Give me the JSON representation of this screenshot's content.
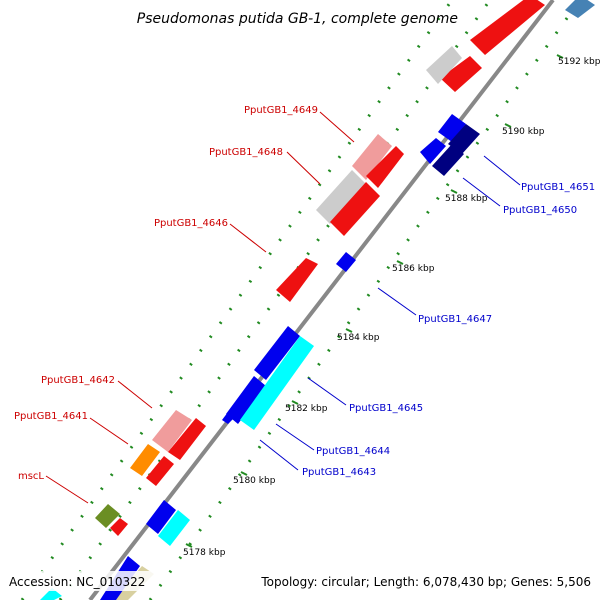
{
  "title": "Pseudomonas putida GB-1, complete genome",
  "accession": "Accession: NC_010322",
  "topology": "Topology: circular; Length: 6,078,430 bp; Genes: 5,506",
  "ticks": [
    "5192 kbp",
    "5190 kbp",
    "5188 kbp",
    "5186 kbp",
    "5184 kbp",
    "5182 kbp",
    "5180 kbp",
    "5178 kbp"
  ],
  "labels_left": [
    "PputGB1_4649",
    "PputGB1_4648",
    "PputGB1_4646",
    "PputGB1_4642",
    "PputGB1_4641",
    "mscL"
  ],
  "labels_right": [
    "PputGB1_4651",
    "PputGB1_4650",
    "PputGB1_4647",
    "PputGB1_4645",
    "PputGB1_4644",
    "PputGB1_4643"
  ],
  "colors": {
    "forward_cds": "#ff0000",
    "forward_cds_light": "#f0a0a0",
    "reverse_cds": "#0000ee",
    "reverse_cds_dark": "#000080",
    "cyan_cds": "#00ffff",
    "grey_cds": "#cccccc",
    "orange_cds": "#ff8c00",
    "olive_cds": "#6b8e23",
    "steel_cds": "#4682b4",
    "backbone": "#888888",
    "gc_dots": "#228b22",
    "label_red": "#cc0000",
    "label_blue": "#0000cc"
  }
}
